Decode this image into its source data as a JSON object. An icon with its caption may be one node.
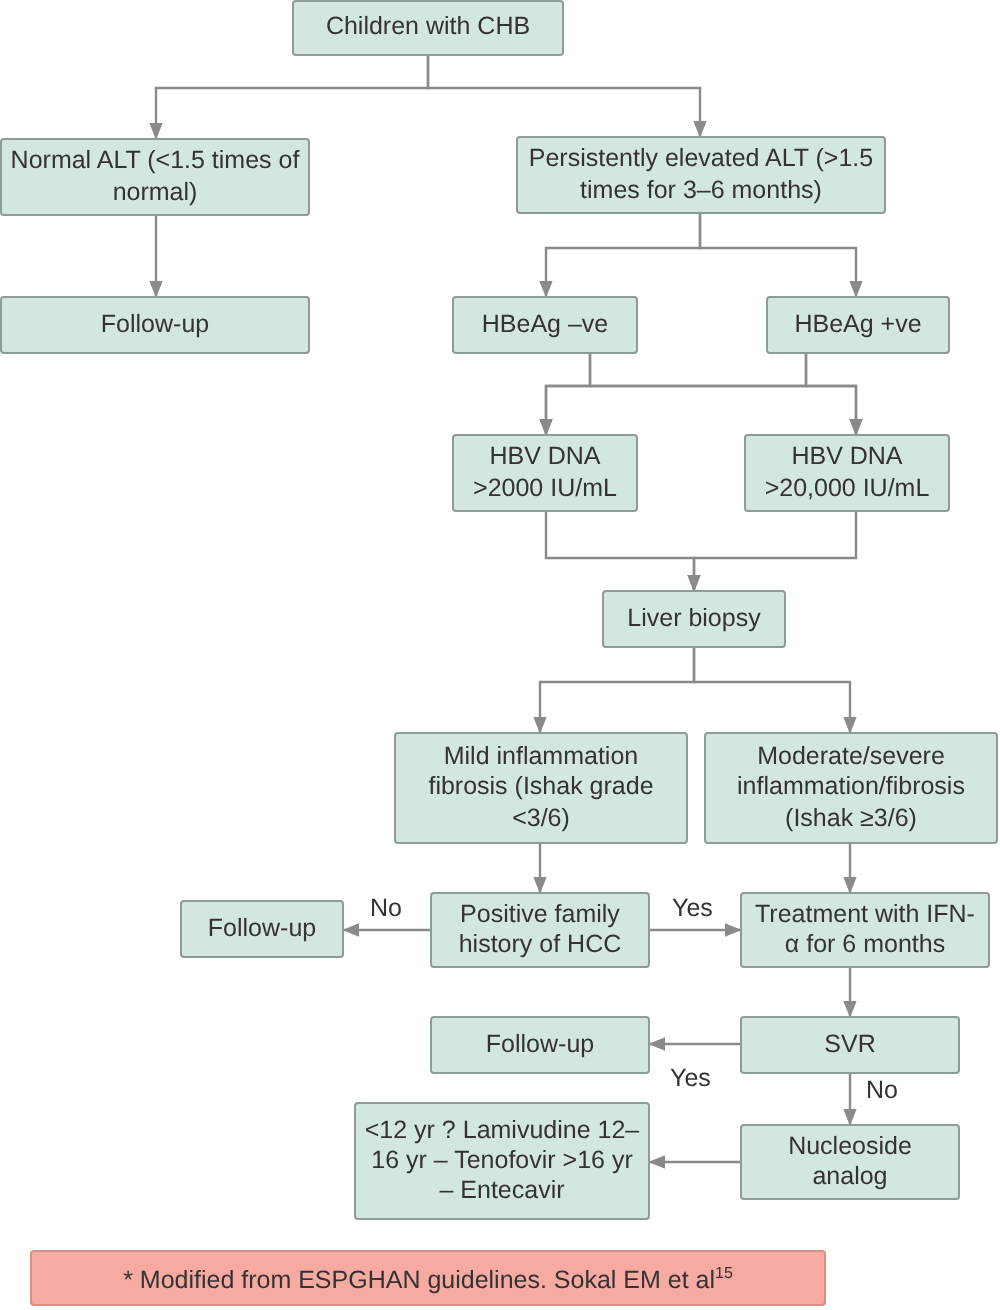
{
  "diagram": {
    "caption": "* Modified from ESPGHAN guidelines. Sokal EM et al$^{15}$",
    "nodes": [
      {
        "text": [
          "Children with CHB"
        ]
      },
      {
        "text": [
          "Normal ALT (<1.5 times of normal)"
        ]
      },
      {
        "text": [
          "Persistently elevated ALT (>1.5 times for 3–6 months)"
        ]
      },
      {
        "text": [
          "Follow-up"
        ]
      },
      {
        "text": [
          "HBeAg –ve"
        ]
      },
      {
        "text": [
          "HBeAg +ve"
        ]
      },
      {
        "text": [
          "HBV DNA >2000 IU/mL"
        ]
      },
      {
        "text": [
          "HBV DNA >20,000 IU/mL"
        ]
      },
      {
        "text": [
          "Liver biopsy"
        ]
      },
      {
        "text": [
          "Mild inflammation fibrosis (Ishak grade <3/6)"
        ]
      },
      {
        "text": [
          "Moderate/severe inflammation/fibrosis (Ishak ≥3/6)"
        ]
      },
      {
        "text": [
          "Positive family history of HCC"
        ]
      },
      {
        "text": [
          "Follow-up"
        ]
      },
      {
        "text": [
          "Treatment with IFN-α for 6 months"
        ]
      },
      {
        "text": [
          "SVR"
        ]
      },
      {
        "text": [
          "Follow-up"
        ]
      },
      {
        "text": [
          "Nucleoside analog"
        ]
      },
      {
        "text": [
          "<12 yr ? Lamivudine 12–16 yr – Tenofovir >16 yr – Entecavir"
        ]
      }
    ],
    "edges": [
      {
        "from": 0,
        "to": 1,
        "arrow": "to"
      },
      {
        "from": 0,
        "to": 2,
        "arrow": "to"
      },
      {
        "from": 1,
        "to": 3,
        "arrow": "to"
      },
      {
        "from": 2,
        "to": 4,
        "arrow": "to"
      },
      {
        "from": 2,
        "to": 5,
        "arrow": "to"
      },
      {
        "from": 4,
        "to": 6,
        "arrow": "to"
      },
      {
        "from": 4,
        "to": 7,
        "arrow": "to"
      },
      {
        "from": 5,
        "to": 6,
        "arrow": "to"
      },
      {
        "from": 5,
        "to": 7,
        "arrow": "to"
      },
      {
        "from": 6,
        "to": 8,
        "arrow": "to"
      },
      {
        "from": 7,
        "to": 8,
        "arrow": "to"
      },
      {
        "from": 8,
        "to": 9,
        "arrow": "to"
      },
      {
        "from": 8,
        "to": 10,
        "arrow": "to"
      },
      {
        "from": 9,
        "to": 11,
        "arrow": "to"
      },
      {
        "from": 10,
        "to": 13,
        "arrow": "to"
      },
      {
        "from": 11,
        "to": 12,
        "arrow": "to",
        "label": "No"
      },
      {
        "from": 11,
        "to": 13,
        "arrow": "to",
        "label": "Yes"
      },
      {
        "from": 13,
        "to": 14,
        "arrow": "to"
      },
      {
        "from": 14,
        "to": 15,
        "arrow": "to",
        "label": "Yes"
      },
      {
        "from": 14,
        "to": 16,
        "arrow": "to",
        "label": "No"
      },
      {
        "from": 16,
        "to": 17,
        "arrow": "to"
      }
    ]
  }
}
